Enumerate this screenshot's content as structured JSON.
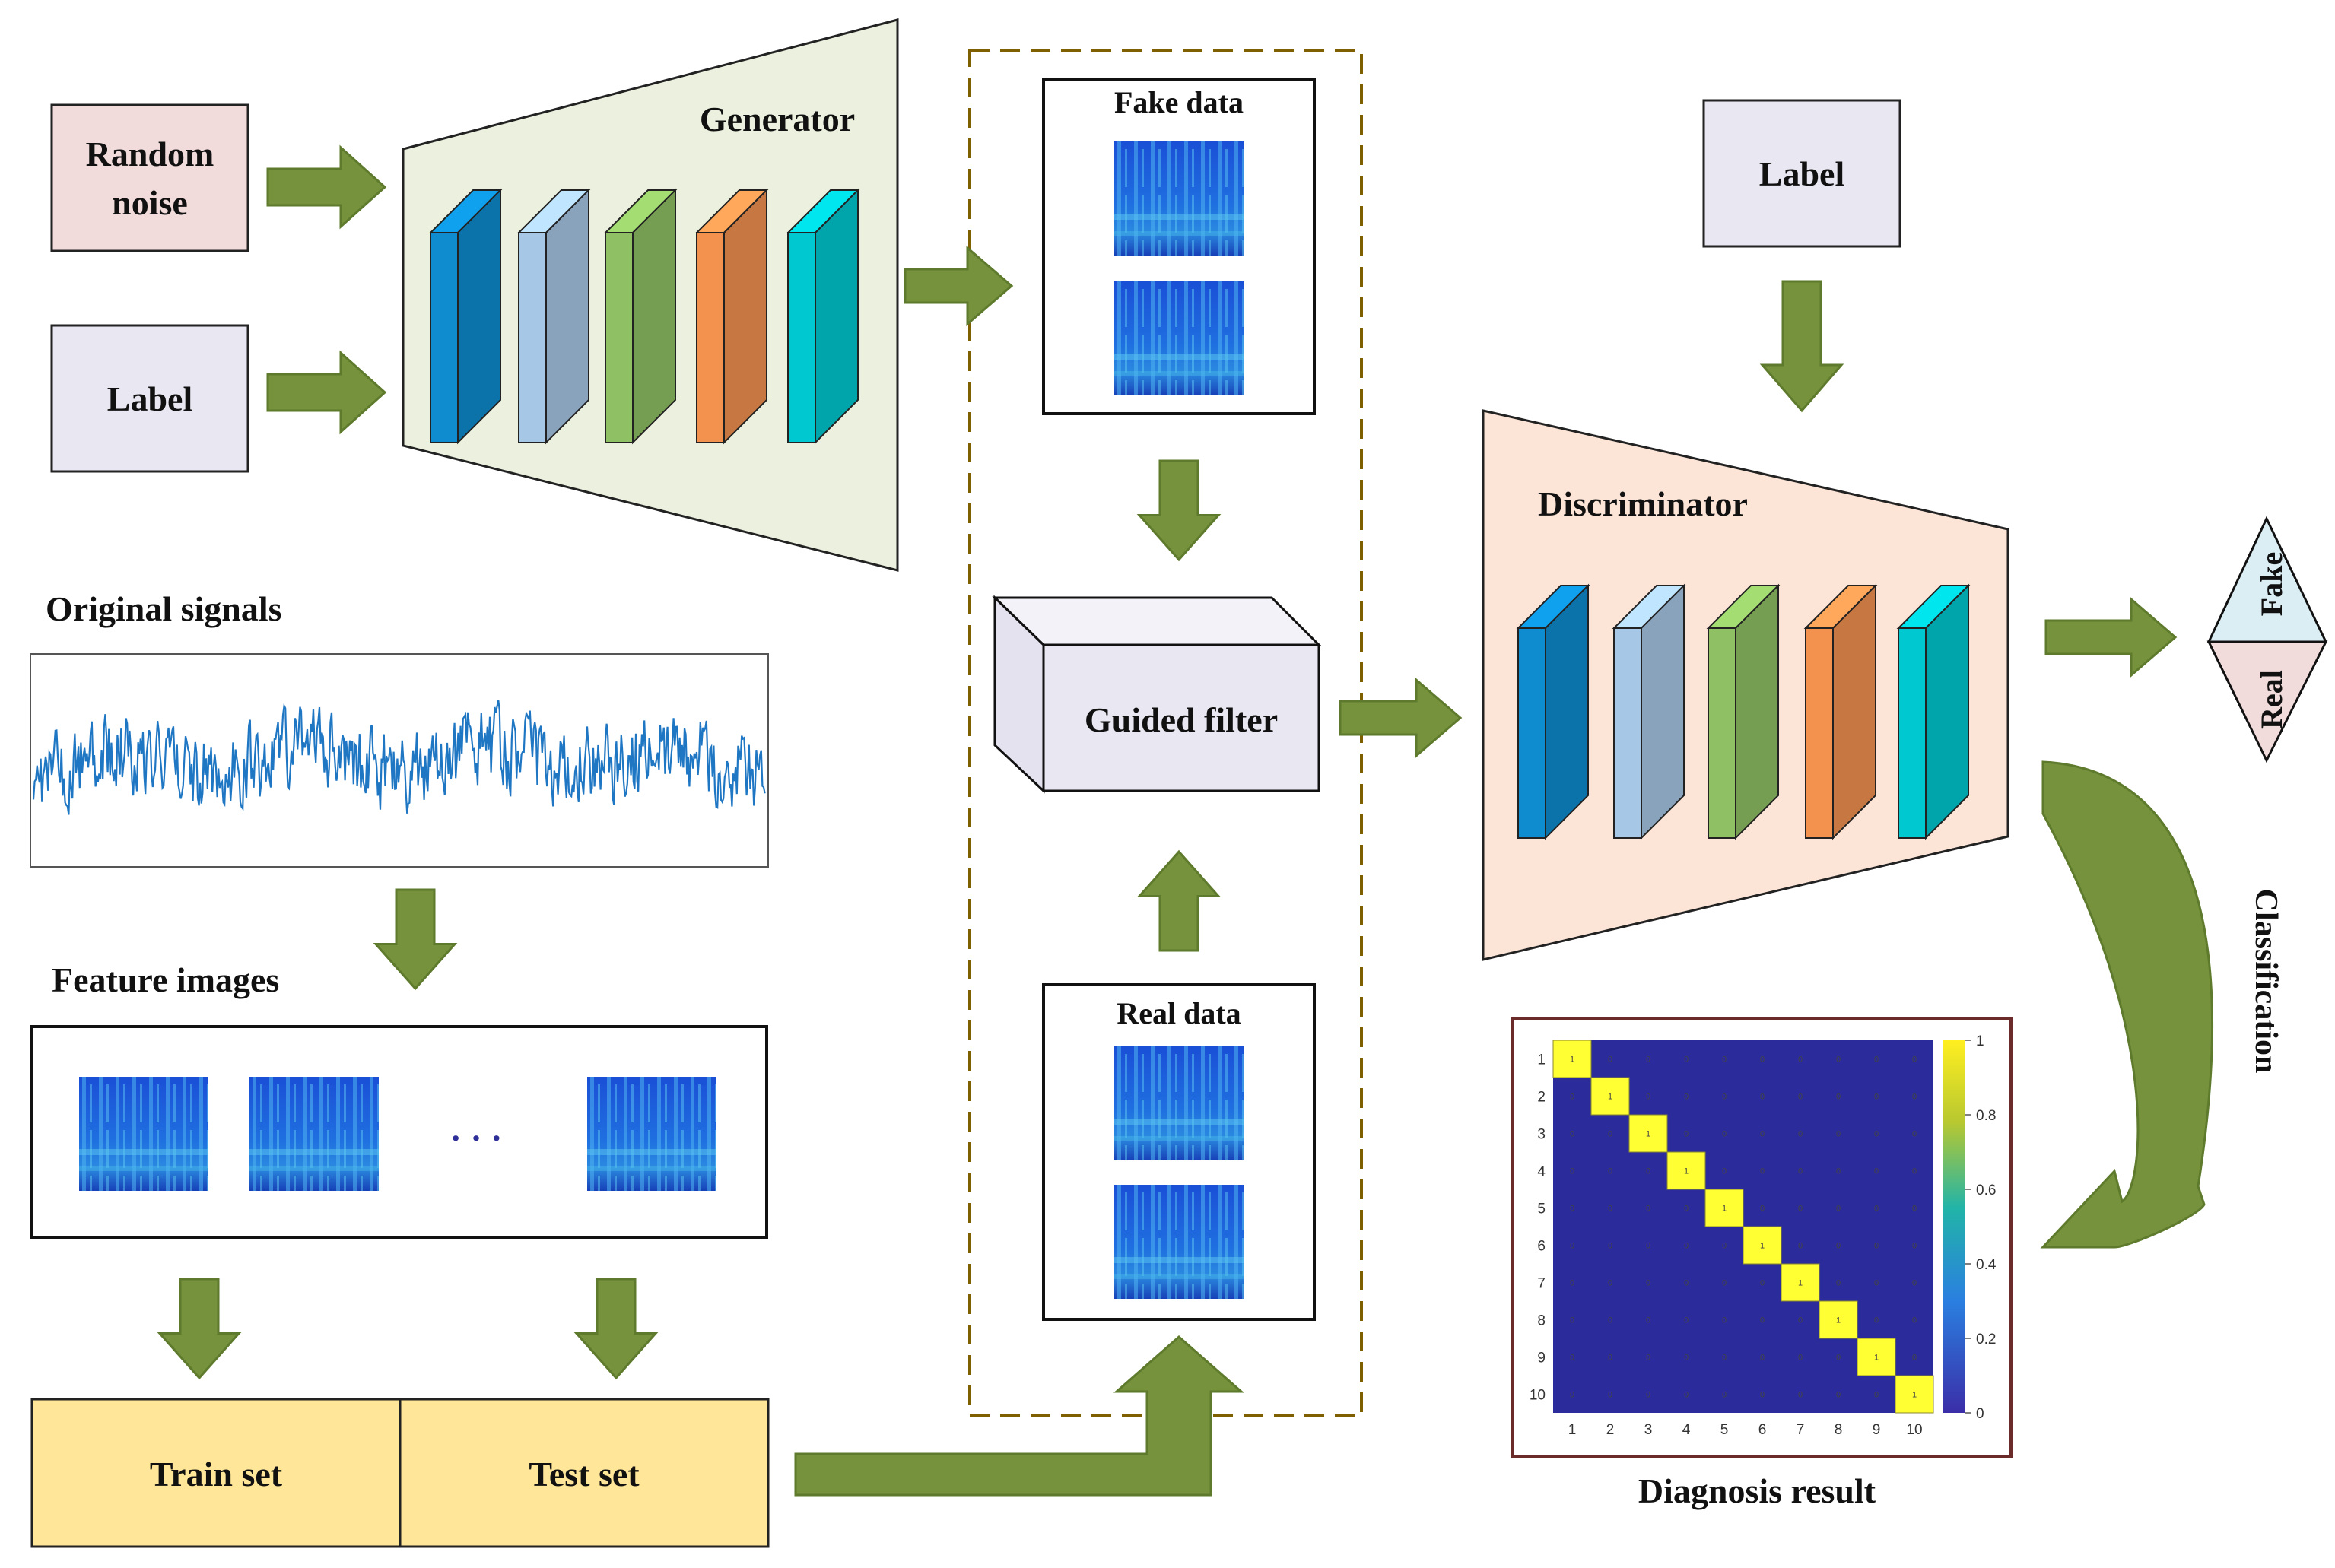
{
  "labels": {
    "random_noise_1": "Random",
    "random_noise_2": "noise",
    "label_left": "Label",
    "generator": "Generator",
    "fake_data": "Fake data",
    "guided_filter": "Guided filter",
    "real_data": "Real data",
    "label_right": "Label",
    "discriminator": "Discriminator",
    "fake": "Fake",
    "real": "Real",
    "classification": "Classification",
    "original_signals": "Original signals",
    "feature_images": "Feature images",
    "ellipsis": "· · ·",
    "train_set": "Train set",
    "test_set": "Test set",
    "diagnosis_result": "Diagnosis result"
  },
  "colors": {
    "arrow": "#76923c",
    "arrow_edge": "#5e7a2c",
    "random_noise_fill": "#f2dcdb",
    "label_fill": "#e9e7f1",
    "generator_fill": "#ebf1de",
    "discriminator_fill": "#fce4d6",
    "train_test_fill": "#ffe699",
    "layer_colors": [
      "#0e8ccf",
      "#a7c7e7",
      "#8fc164",
      "#f3914f",
      "#00c8d0"
    ],
    "signal": "#1f77c4",
    "heat_low": "#2d2d9e",
    "heat_high": "#ffff33"
  },
  "confusion_matrix": {
    "size": 10,
    "diagonal_value": "1",
    "off_diagonal_value": "0",
    "x_ticks": [
      "1",
      "2",
      "3",
      "4",
      "5",
      "6",
      "7",
      "8",
      "9",
      "10"
    ],
    "y_ticks": [
      "1",
      "2",
      "3",
      "4",
      "5",
      "6",
      "7",
      "8",
      "9",
      "10"
    ],
    "colorbar_ticks": [
      "0",
      "0.2",
      "0.4",
      "0.6",
      "0.8",
      "1"
    ]
  }
}
